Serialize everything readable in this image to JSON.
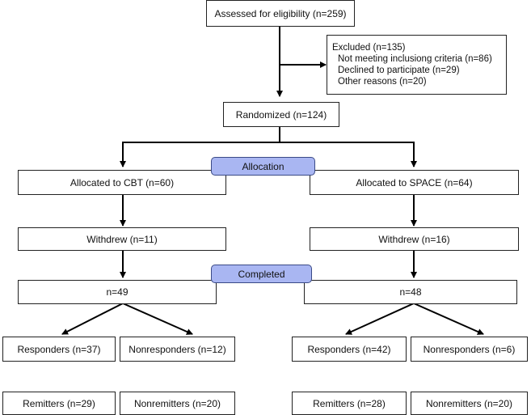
{
  "flowchart": {
    "assessed": "Assessed for eligibility (n=259)",
    "excluded": {
      "title": "Excluded (n=135)",
      "reasons": [
        "Not meeting inclusiong criteria (n=86)",
        "Declined to participate (n=29)",
        "Other reasons (n=20)"
      ]
    },
    "randomized": "Randomized (n=124)",
    "stage_labels": {
      "allocation": "Allocation",
      "completed": "Completed"
    },
    "cbt_arm": {
      "allocated": "Allocated to CBT (n=60)",
      "withdrew": "Withdrew (n=11)",
      "completed": "n=49",
      "responders": "Responders (n=37)",
      "nonresponders": "Nonresponders (n=12)",
      "remitters": "Remitters (n=29)",
      "nonremitters": "Nonremitters (n=20)"
    },
    "space_arm": {
      "allocated": "Allocated to SPACE (n=64)",
      "withdrew": "Withdrew (n=16)",
      "completed": "n=48",
      "responders": "Responders (n=42)",
      "nonresponders": "Nonresponders (n=6)",
      "remitters": "Remitters (n=28)",
      "nonremitters": "Nonremitters (n=20)"
    },
    "colors": {
      "stage_label_fill": "#a9b6f2",
      "line": "#000000"
    }
  }
}
